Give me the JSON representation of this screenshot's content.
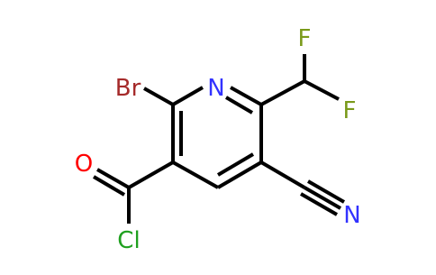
{
  "molecule": {
    "atoms": {
      "N": {
        "label": "N",
        "color": "#3232ff"
      },
      "Br": {
        "label": "Br",
        "color": "#a52a2a"
      },
      "F1": {
        "label": "F",
        "color": "#7a9a1a"
      },
      "F2": {
        "label": "F",
        "color": "#7a9a1a"
      },
      "O": {
        "label": "O",
        "color": "#ff0000"
      },
      "Cl": {
        "label": "Cl",
        "color": "#1fa01f"
      },
      "N_nitrile": {
        "label": "N",
        "color": "#3232ff"
      }
    },
    "colors": {
      "bond": "#000000",
      "nitrogen": "#3232ff",
      "bromine": "#a52a2a",
      "fluorine": "#7a9a1a",
      "oxygen": "#ff0000",
      "chlorine": "#1fa01f"
    }
  }
}
